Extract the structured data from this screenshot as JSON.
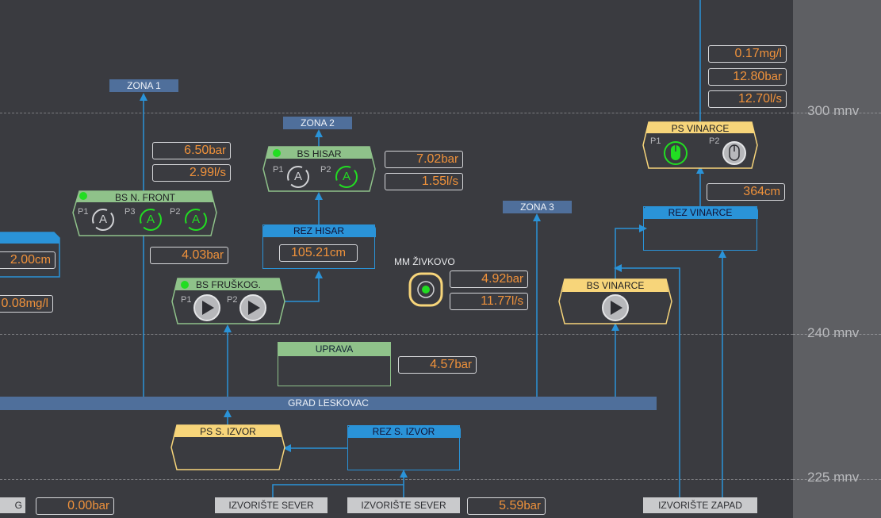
{
  "levels": [
    "300 mnv",
    "240 mnv",
    "225 mnv"
  ],
  "zones": {
    "zona1": "ZONA 1",
    "zona2": "ZONA 2",
    "zona3": "ZONA 3"
  },
  "main_pipe": "GRAD LESKOVAC",
  "units": {
    "bar": "bar",
    "ls": "l/s",
    "cm": "cm",
    "mgl": "mg/l"
  },
  "pump_labels": {
    "p1": "P1",
    "p2": "P2",
    "p3": "P3"
  },
  "pump_mode_letter": "A",
  "stations": {
    "bs_nfront": {
      "title": "BS N. FRONT",
      "pressure_top": "6.50",
      "flow": "2.99",
      "pressure_in": "4.03"
    },
    "bs_hisar": {
      "title": "BS HISAR",
      "pressure": "7.02",
      "flow": "1.55"
    },
    "rez_hisar": {
      "title": "REZ HISAR",
      "level": "105.21"
    },
    "bs_fruskog": {
      "title": "BS FRUŠKOG."
    },
    "mm_zivkovo": {
      "title": "MM ŽIVKOVO",
      "pressure": "4.92",
      "flow": "11.77"
    },
    "uprava": {
      "title": "UPRAVA",
      "pressure": "4.57"
    },
    "ps_vinarce": {
      "title": "PS VINARCE",
      "chlorine": "0.17",
      "pressure": "12.80",
      "flow": "12.70"
    },
    "rez_vinarce": {
      "title": "REZ VINARCE",
      "level": "364"
    },
    "bs_vinarce": {
      "title": "BS VINARCE"
    },
    "ps_sizvor": {
      "title": "PS S. IZVOR"
    },
    "rez_sizvor": {
      "title": "REZ S. IZVOR"
    },
    "left_partial": {
      "level": "2.00",
      "chlorine": "0.08",
      "bottom_pressure": "0.00"
    }
  },
  "sources": {
    "left_partial": "G",
    "sever1": "IZVORIŠTE SEVER",
    "sever2": "IZVORIŠTE SEVER",
    "sever_pressure": "5.59",
    "zapad": "IZVORIŠTE ZAPAD"
  },
  "colors": {
    "background": "#3a3b40",
    "sidebar": "#5e5f63",
    "pipe": "#2a93d8",
    "zone_bar": "#4f6f9b",
    "value_orange": "#f0923b",
    "pump_active_green": "#22dd22",
    "station_green": "#8fc28a",
    "station_yellow": "#f7d57a",
    "reservoir_blue": "#2a93d8",
    "source_gray": "#c9cacc"
  }
}
